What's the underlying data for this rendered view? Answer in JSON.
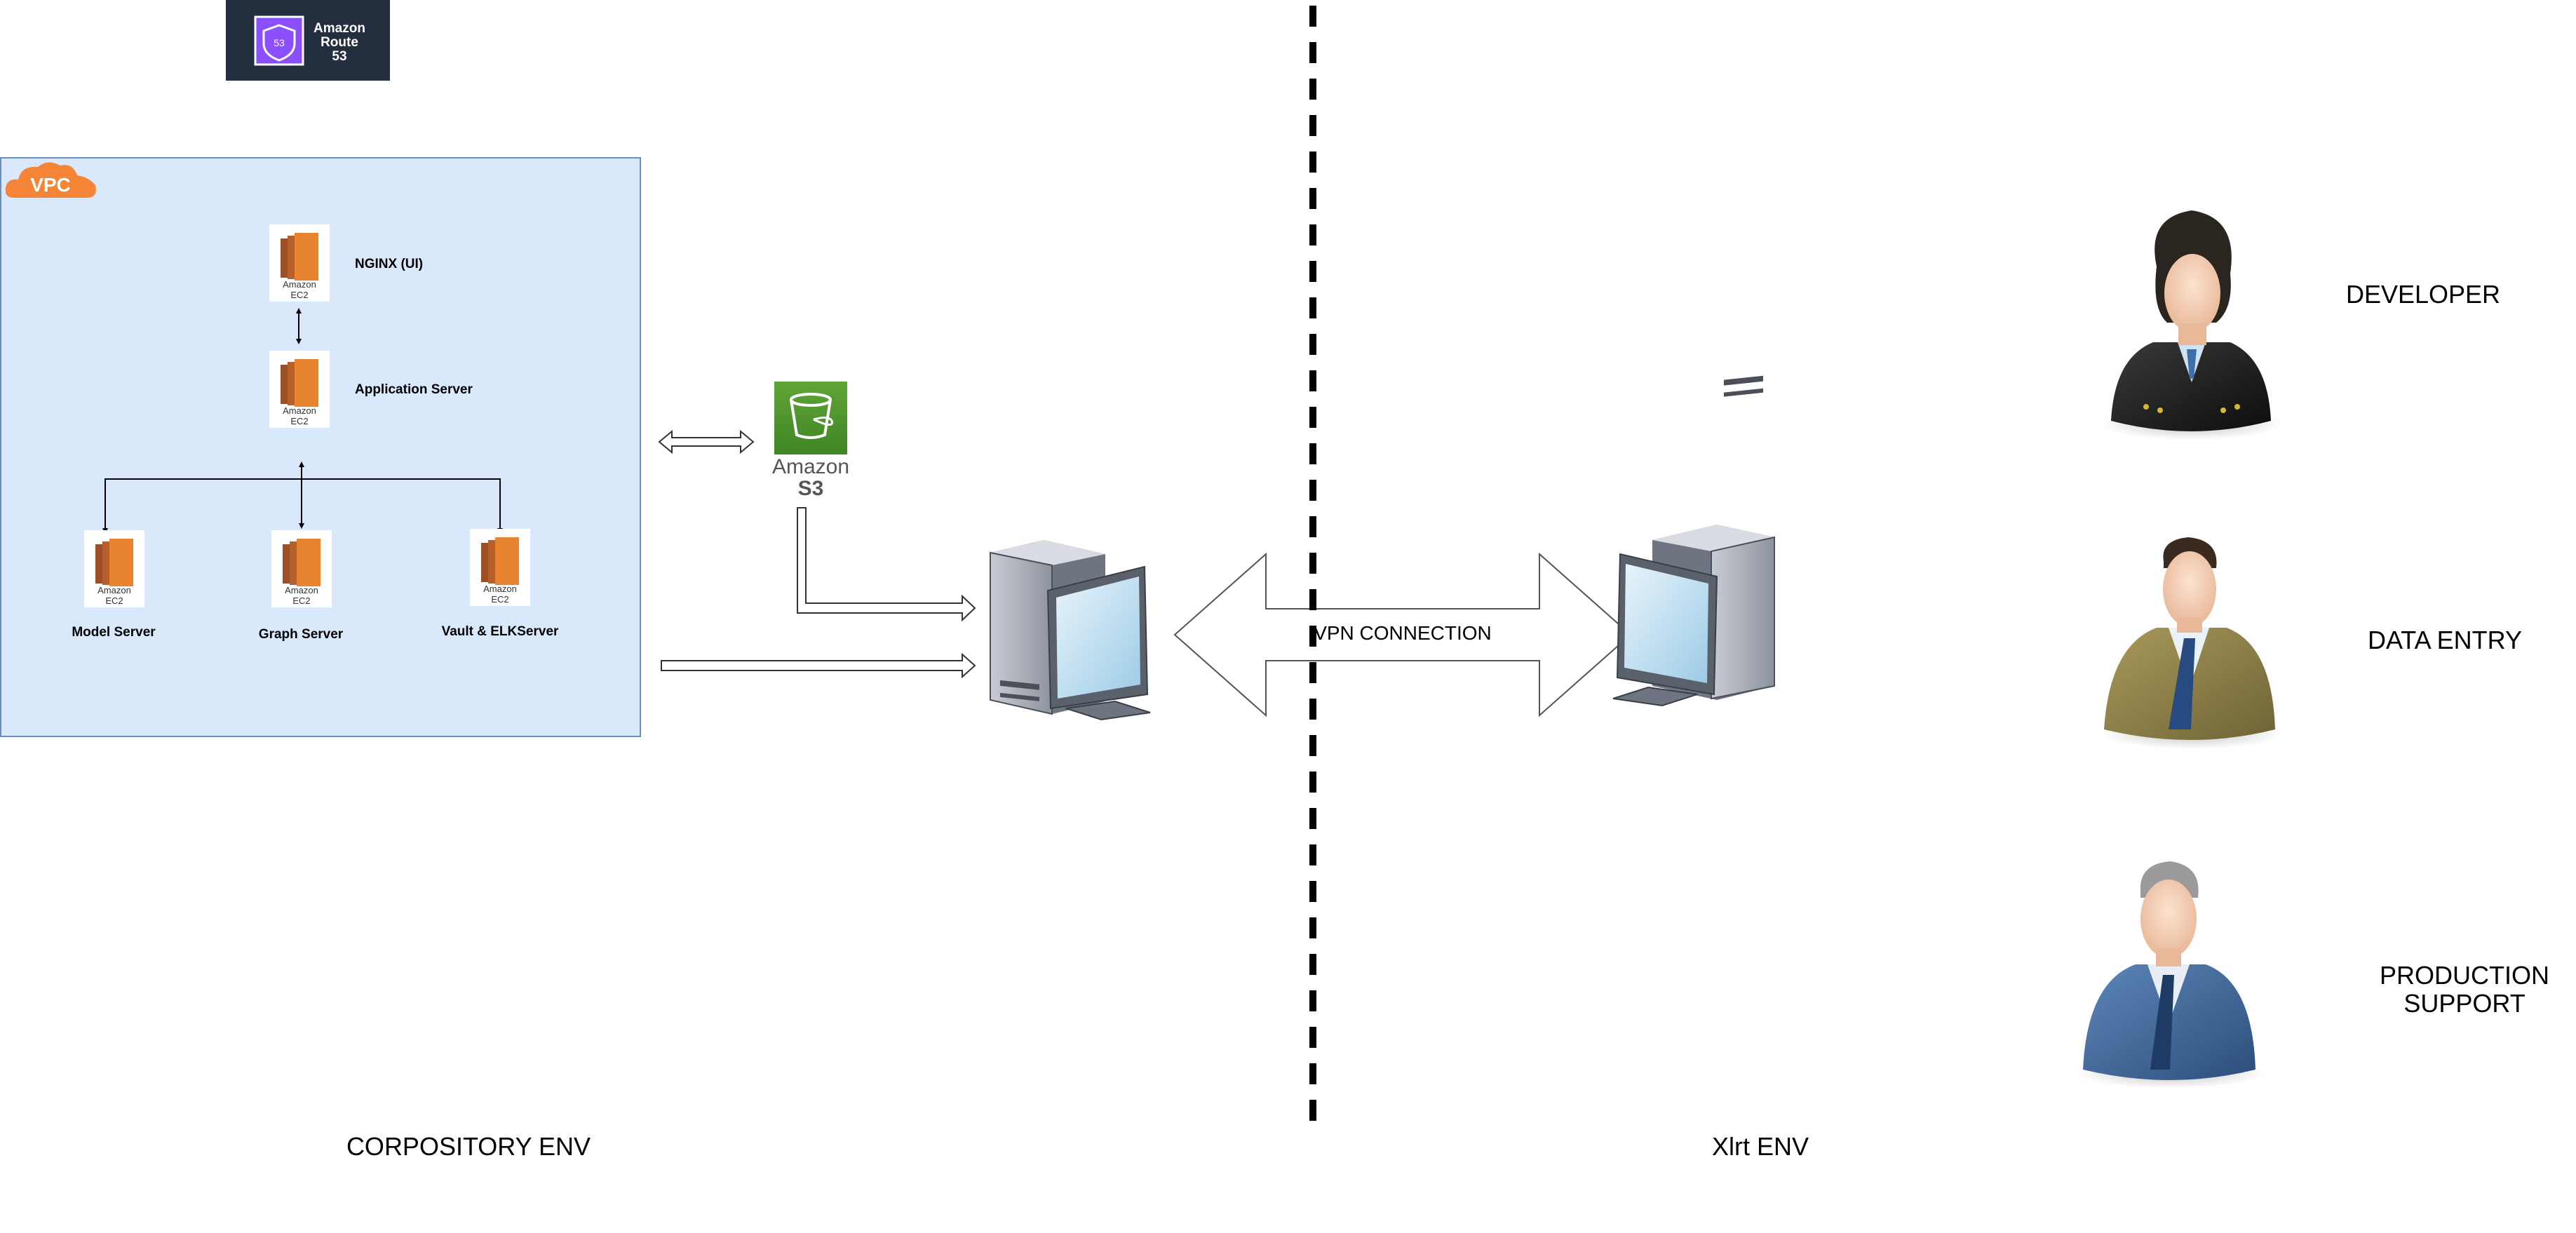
{
  "route53": {
    "line1": "Amazon",
    "line2": "Route",
    "line3": "53",
    "icon": "route53-shield-icon"
  },
  "vpc": {
    "badge": "VPC"
  },
  "ec2_caption": {
    "line1": "Amazon",
    "line2": "EC2"
  },
  "servers": {
    "nginx": "NGINX (UI)",
    "app": "Application Server",
    "model": "Model Server",
    "graph": "Graph Server",
    "vault": "Vault & ELKServer"
  },
  "s3": {
    "line1": "Amazon",
    "line2": "S3",
    "icon": "s3-bucket-icon"
  },
  "vpn": {
    "label": "VPN CONNECTION"
  },
  "environments": {
    "left": "CORPOSITORY ENV",
    "right": "Xlrt ENV"
  },
  "users": {
    "developer": "DEVELOPER",
    "data_entry": "DATA ENTRY",
    "production_support_line1": "PRODUCTION",
    "production_support_line2": "SUPPORT"
  },
  "colors": {
    "vpc_fill": "#dae8fc",
    "vpc_stroke": "#6c8ebf",
    "ec2_orange": "#e8832f",
    "s3_green": "#3f8624",
    "route53_bg": "#232f3e",
    "route53_purple": "#8c4fff"
  }
}
